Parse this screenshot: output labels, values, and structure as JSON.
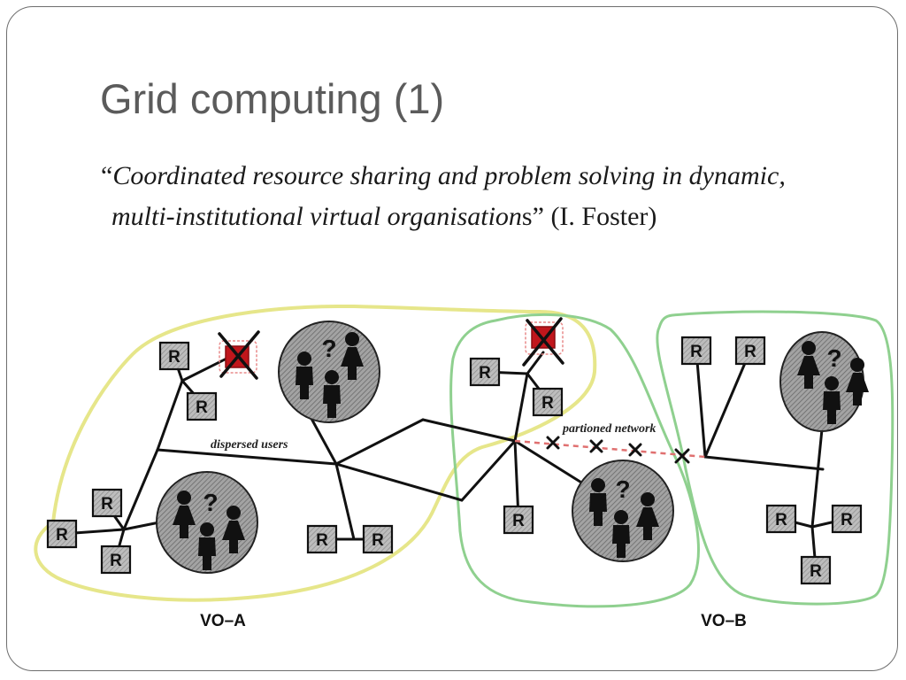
{
  "slide": {
    "title": "Grid computing (1)",
    "quote": {
      "open_mark": "“",
      "line1": "Coordinated resource sharing and problem solving in dynamic,",
      "line2_italic": "multi-institutional virtual organisation",
      "line2_plain_s": "s",
      "close_mark": "”",
      "attribution": " (I. Foster)"
    }
  },
  "diagram": {
    "resource_label": "R",
    "unknown_user_mark": "?",
    "annotations": {
      "dispersed_users": "dispersed users",
      "partitioned_network": "partioned network"
    },
    "virtual_organisations": [
      {
        "label": "VO–A",
        "outline_color": "#e6e68a"
      },
      {
        "label": "VO–B",
        "outline_color": "#8fd08f"
      }
    ],
    "colors": {
      "failed_resource": "#c0161c",
      "failed_resource_halo": "#e88a8a",
      "broken_link": "#e07070",
      "user_group_fill": "#9a9a9a"
    }
  }
}
